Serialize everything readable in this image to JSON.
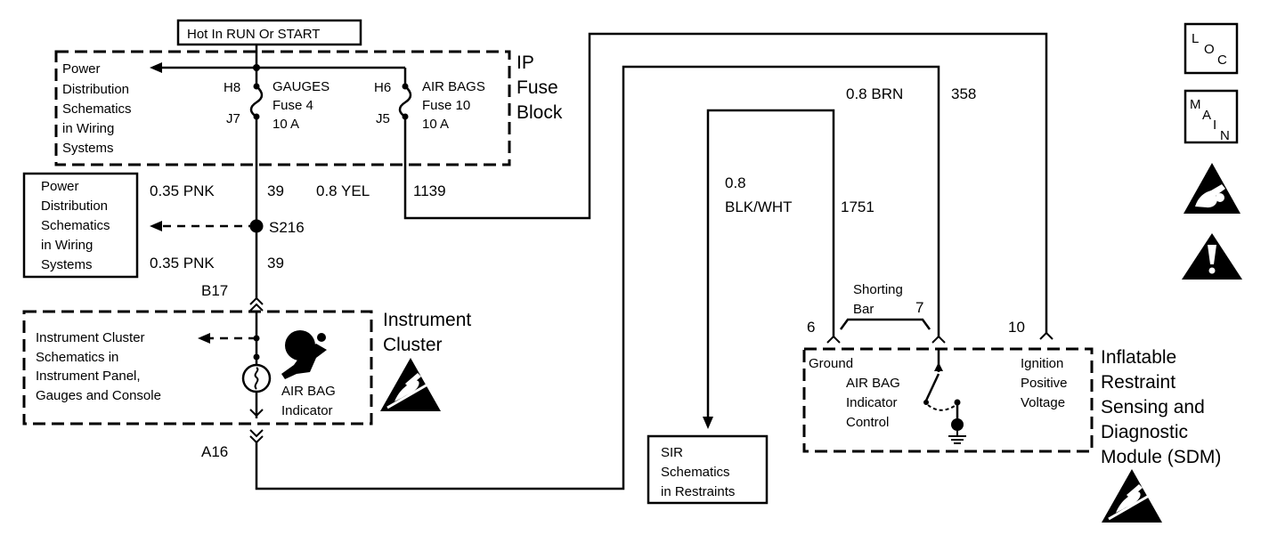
{
  "hot_label": "Hot In RUN Or START",
  "fuse_block": {
    "title": [
      "IP",
      "Fuse",
      "Block"
    ],
    "pd_ref": [
      "Power",
      "Distribution",
      "Schematics",
      "in Wiring",
      "Systems"
    ],
    "gauges_fuse": {
      "top_term": "H8",
      "bottom_term": "J7",
      "lines": [
        "GAUGES",
        "Fuse 4",
        "10 A"
      ]
    },
    "airbag_fuse": {
      "top_term": "H6",
      "bottom_term": "J5",
      "lines": [
        "AIR BAGS",
        "Fuse 10",
        "10 A"
      ]
    }
  },
  "pd_ref_box": [
    "Power",
    "Distribution",
    "Schematics",
    "in Wiring",
    "Systems"
  ],
  "wires": {
    "pnk_upper": {
      "size": "0.35 PNK",
      "circuit": "39"
    },
    "yel": {
      "size": "0.8 YEL",
      "circuit": "1139"
    },
    "splice": "S216",
    "pnk_lower": {
      "size": "0.35 PNK",
      "circuit": "39"
    },
    "brn": {
      "size": "0.8 BRN",
      "circuit": "358"
    },
    "blk_wht": {
      "size": [
        "0.8",
        "BLK/WHT"
      ],
      "circuit": "1751"
    }
  },
  "connectors": {
    "b17": "B17",
    "a16": "A16",
    "pin6": "6",
    "pin7": "7",
    "pin10": "10"
  },
  "cluster": {
    "title": [
      "Instrument",
      "Cluster"
    ],
    "ref": [
      "Instrument Cluster",
      "Schematics in",
      "Instrument Panel,",
      "Gauges and Console"
    ],
    "indicator": [
      "AIR BAG",
      "Indicator"
    ]
  },
  "sir_ref": [
    "SIR",
    "Schematics",
    "in Restraints"
  ],
  "shorting_bar": [
    "Shorting",
    "Bar"
  ],
  "sdm": {
    "title": [
      "Inflatable",
      "Restraint",
      "Sensing and",
      "Diagnostic",
      "Module (SDM)"
    ],
    "ground": "Ground",
    "control": [
      "AIR BAG",
      "Indicator",
      "Control"
    ],
    "ignition": [
      "Ignition",
      "Positive",
      "Voltage"
    ]
  },
  "side_icons": {
    "loc": [
      "L",
      "O",
      "C"
    ],
    "main": [
      "M",
      "A",
      "I",
      "N"
    ],
    "icon3": "airbag-warning-icon",
    "icon4": "caution-icon"
  }
}
